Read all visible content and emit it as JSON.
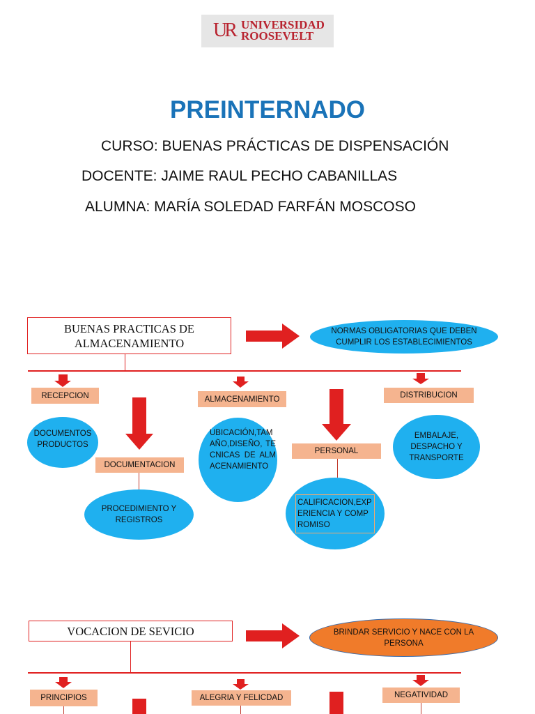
{
  "logo": {
    "mark": "UR",
    "line1": "UNIVERSIDAD",
    "line2": "ROOSEVELT"
  },
  "title": "PREINTERNADO",
  "course": "CURSO: BUENAS PRÁCTICAS DE DISPENSACIÓN",
  "teacher": "DOCENTE: JAIME RAUL PECHO CABANILLAS",
  "student": "ALUMNA: MARÍA SOLEDAD FARFÁN MOSCOSO",
  "diagram1": {
    "main": "BUENAS PRACTICAS DE ALMACENAMIENTO",
    "definition": "NORMAS OBLIGATORIAS QUE DEBEN CUMPLIR LOS ESTABLECIMIENTOS",
    "recepcion": "RECEPCION",
    "recepcion_detail": "DOCUMENTOS PRODUCTOS",
    "documentacion": "DOCUMENTACION",
    "documentacion_detail": "PROCEDIMIENTO Y REGISTROS",
    "almacenamiento": "ALMACENAMIENTO",
    "almacenamiento_detail": "UBICACIÓN,TAMAÑO,DISEÑO, TECNICAS DE ALMACENAMIENTO",
    "personal": "PERSONAL",
    "personal_detail": "CALIFICACION,EXPERIENCIA Y COMPROMISO",
    "distribucion": "DISTRIBUCION",
    "distribucion_detail": "EMBALAJE, DESPACHO Y TRANSPORTE"
  },
  "diagram2": {
    "main": "VOCACION DE SEVICIO",
    "definition": "BRINDAR SERVICIO Y NACE CON LA PERSONA",
    "principios": "PRINCIPIOS",
    "alegria": "ALEGRIA Y FELICDAD",
    "negatividad": "NEGATIVIDAD"
  },
  "colors": {
    "red": "#e02020",
    "blue": "#1fb0ef",
    "peach": "#f5b48f",
    "orange": "#f07b2a",
    "title_blue": "#1a73b8",
    "logo_red": "#b8232f"
  }
}
